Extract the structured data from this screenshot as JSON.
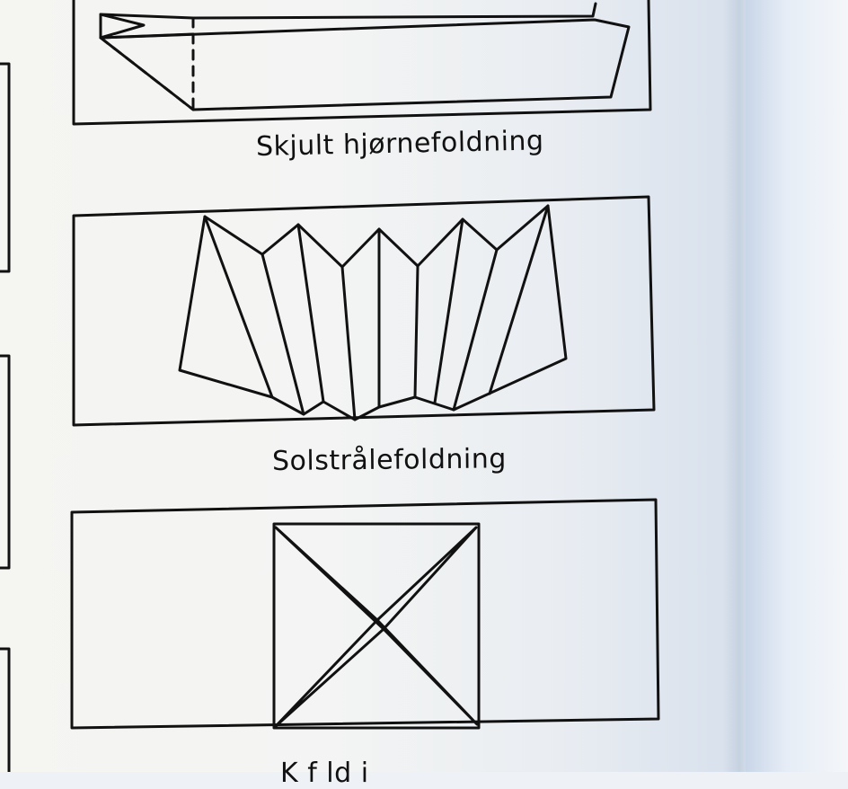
{
  "captions": {
    "hidden_corner_fold": "Skjult hjørnefoldning",
    "sunburst_fold": "Solstrålefoldning",
    "partial_bottom": "K     f ld i"
  },
  "colors": {
    "ink": "#111111",
    "paper": "#f4f4f2",
    "background_blue": "#d7e0ec"
  }
}
